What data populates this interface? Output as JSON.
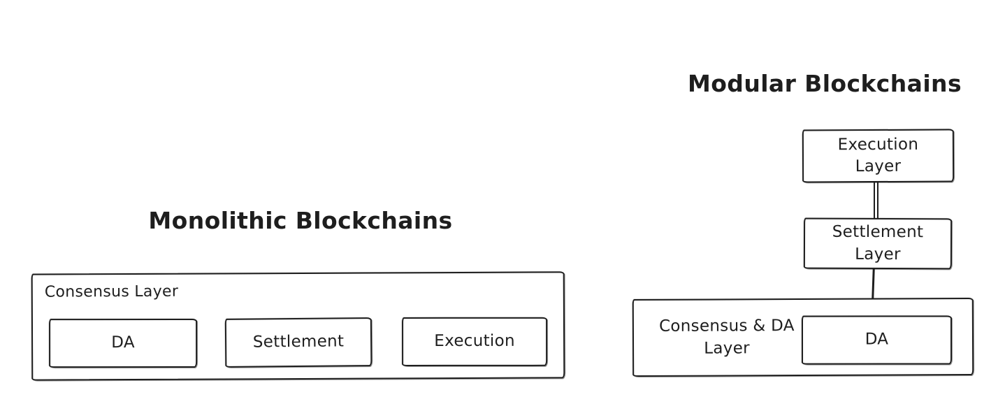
{
  "canvas": {
    "background_color": "#ffffff",
    "ink_color": "#1e1e1e"
  },
  "monolithic": {
    "title": "Monolithic Blockchains",
    "container_label": "Consensus Layer",
    "boxes": [
      {
        "label": "DA"
      },
      {
        "label": "Settlement"
      },
      {
        "label": "Execution"
      }
    ]
  },
  "modular": {
    "title": "Modular Blockchains",
    "stack": [
      {
        "label": "Execution Layer"
      },
      {
        "label": "Settlement Layer"
      }
    ],
    "bottom": {
      "label": "Consensus & DA Layer",
      "inner_label": "DA"
    }
  }
}
